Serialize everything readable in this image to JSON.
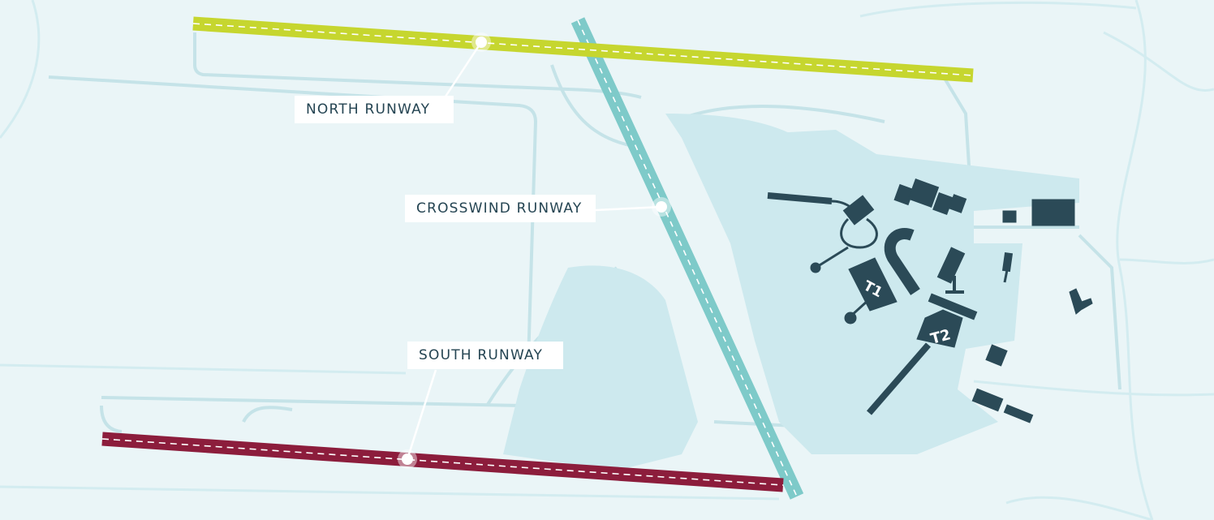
{
  "map": {
    "colors": {
      "background": "#eaf5f7",
      "apron": "#cde9ee",
      "taxiway_outline": "#c5e3e8",
      "north_runway": "#c6d62f",
      "crosswind_runway": "#7ecac9",
      "south_runway": "#8c1d3c",
      "buildings": "#2b4a57"
    },
    "labels": {
      "north_runway": "NORTH RUNWAY",
      "crosswind_runway": "CROSSWIND RUNWAY",
      "south_runway": "SOUTH RUNWAY"
    },
    "terminals": {
      "t1": "T1",
      "t2": "T2"
    }
  }
}
